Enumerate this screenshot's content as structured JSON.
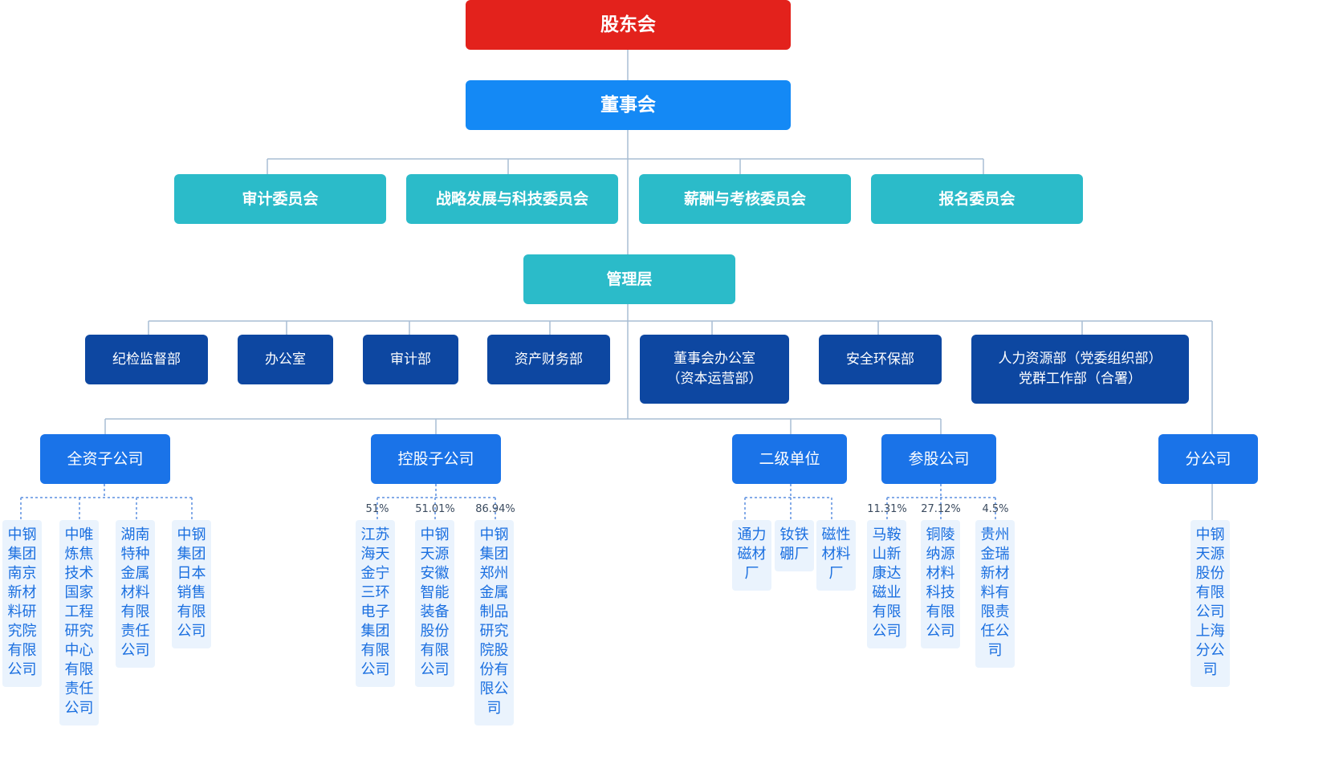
{
  "colors": {
    "shareholders": "#e3221c",
    "board": "#1489f5",
    "committee": "#2bbbc9",
    "dept": "#0d47a1",
    "category": "#1a73e8",
    "leaf_bg": "#eaf3fd",
    "leaf_text": "#1a6fe0",
    "line": "#a9bdd4",
    "dotted": "#5b8fe0"
  },
  "top": {
    "shareholders": "股东会",
    "board": "董事会",
    "management": "管理层"
  },
  "committees": [
    "审计委员会",
    "战略发展与科技委员会",
    "薪酬与考核委员会",
    "报名委员会"
  ],
  "departments": [
    {
      "lines": [
        "纪检监督部"
      ]
    },
    {
      "lines": [
        "办公室"
      ]
    },
    {
      "lines": [
        "审计部"
      ]
    },
    {
      "lines": [
        "资产财务部"
      ]
    },
    {
      "lines": [
        "董事会办公室",
        "（资本运营部）"
      ]
    },
    {
      "lines": [
        "安全环保部"
      ]
    },
    {
      "lines": [
        "人力资源部（党委组织部）",
        "党群工作部（合署）"
      ]
    }
  ],
  "categories": [
    {
      "name": "全资子公司",
      "children": [
        {
          "label": "中钢集团南京新材料研究院有限公司"
        },
        {
          "label": "中唯炼焦技术国家工程研究中心有限责任公司"
        },
        {
          "label": "湖南特种金属材料有限责任公司"
        },
        {
          "label": "中钢集团日本销售有限公司"
        }
      ]
    },
    {
      "name": "控股子公司",
      "children": [
        {
          "label": "江苏海天金宁三环电子集团有限公司",
          "pct": "51%"
        },
        {
          "label": "中钢天源安徽智能装备股份有限公司",
          "pct": "51.01%"
        },
        {
          "label": "中钢集团郑州金属制品研究院股份有限公司",
          "pct": "86.94%"
        }
      ]
    },
    {
      "name": "二级单位",
      "children": [
        {
          "label": "通力磁材厂"
        },
        {
          "label": "钕铁硼厂"
        },
        {
          "label": "磁性材料厂"
        }
      ]
    },
    {
      "name": "参股公司",
      "children": [
        {
          "label": "马鞍山新康达磁业有限公司",
          "pct": "11.31%"
        },
        {
          "label": "铜陵纳源材料科技有限公司",
          "pct": "27.12%"
        },
        {
          "label": "贵州金瑞新材料有限责任公司",
          "pct": "4.5%"
        }
      ]
    },
    {
      "name": "分公司",
      "children": [
        {
          "label": "中钢天源股份有限公司上海分公司"
        }
      ]
    }
  ]
}
